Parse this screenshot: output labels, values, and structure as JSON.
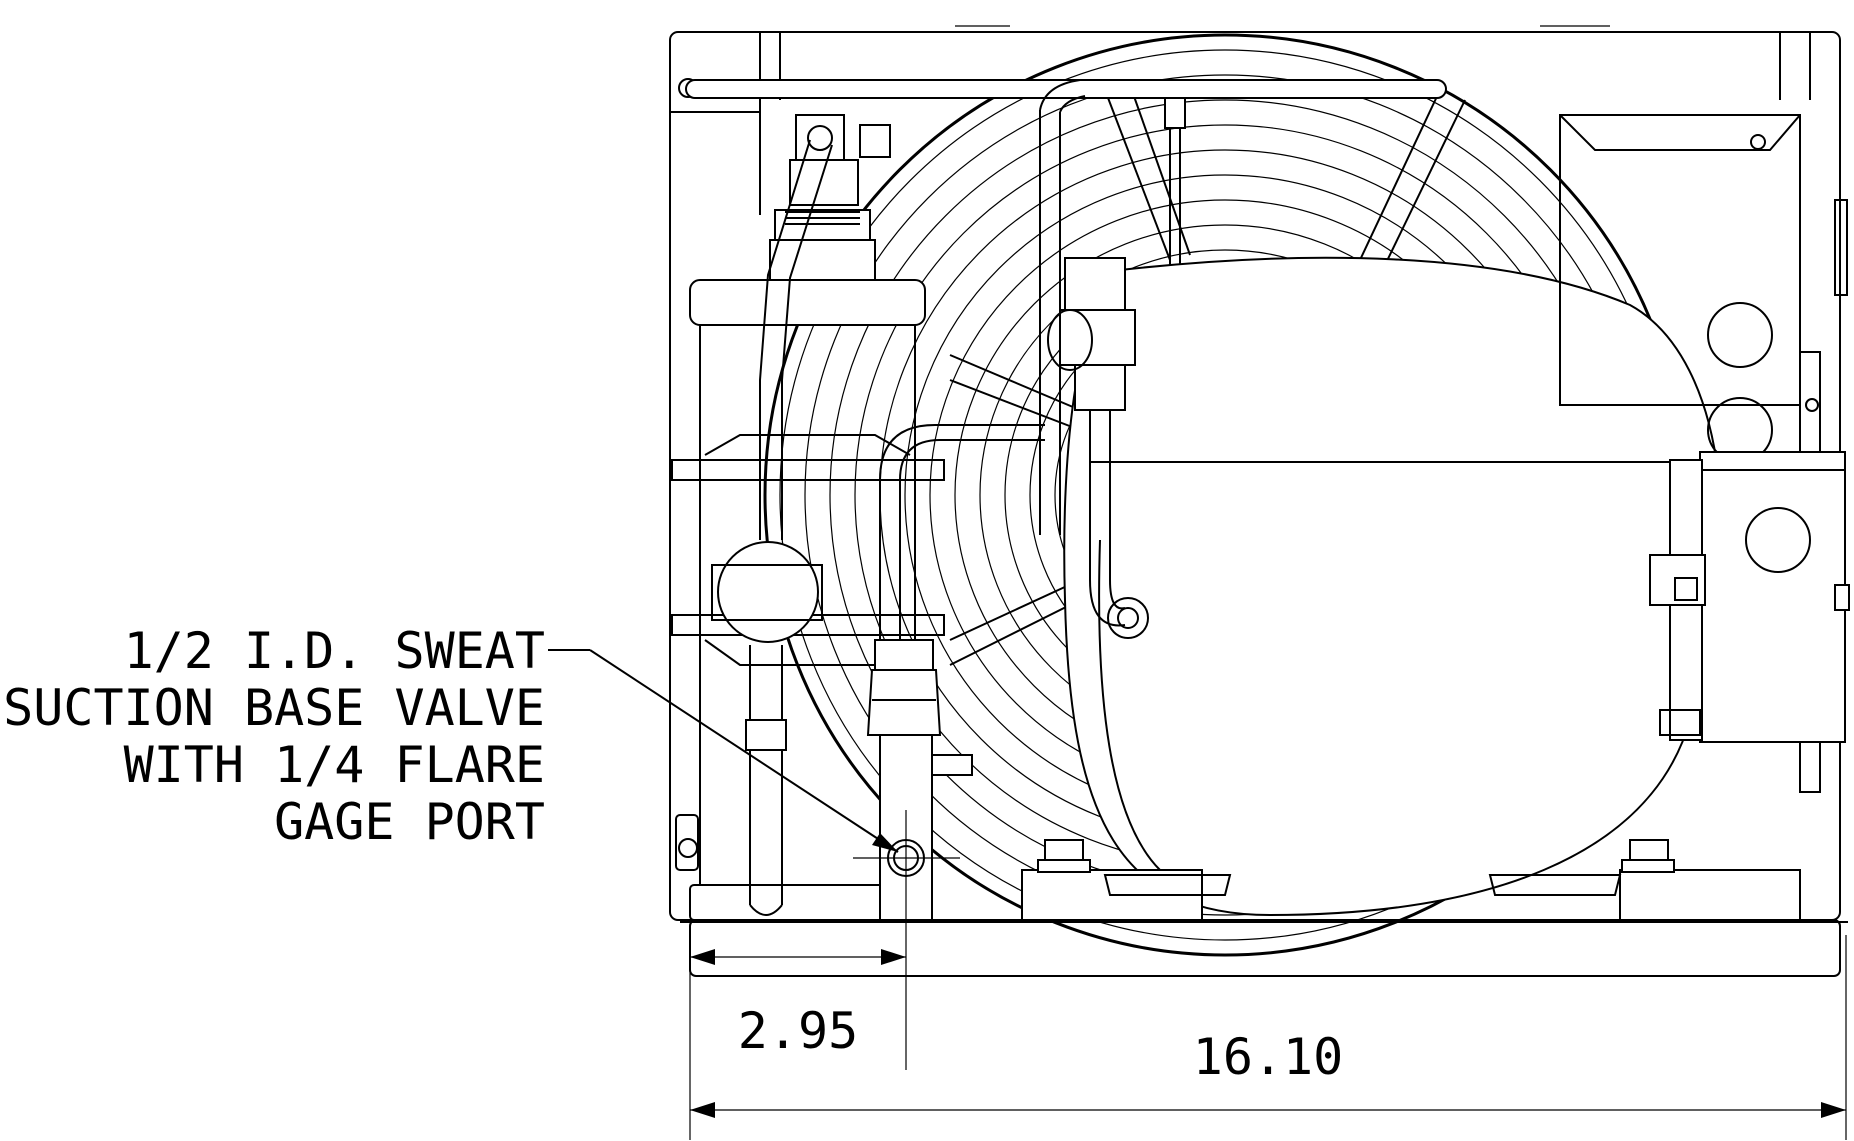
{
  "callout": {
    "lines": [
      "1/2 I.D. SWEAT",
      "SUCTION BASE VALVE",
      "WITH 1/4 FLARE",
      "GAGE PORT"
    ]
  },
  "dimensions": {
    "short": "2.95",
    "overall": "16.10"
  },
  "colors": {
    "ink": "#000000",
    "paper": "#ffffff"
  }
}
